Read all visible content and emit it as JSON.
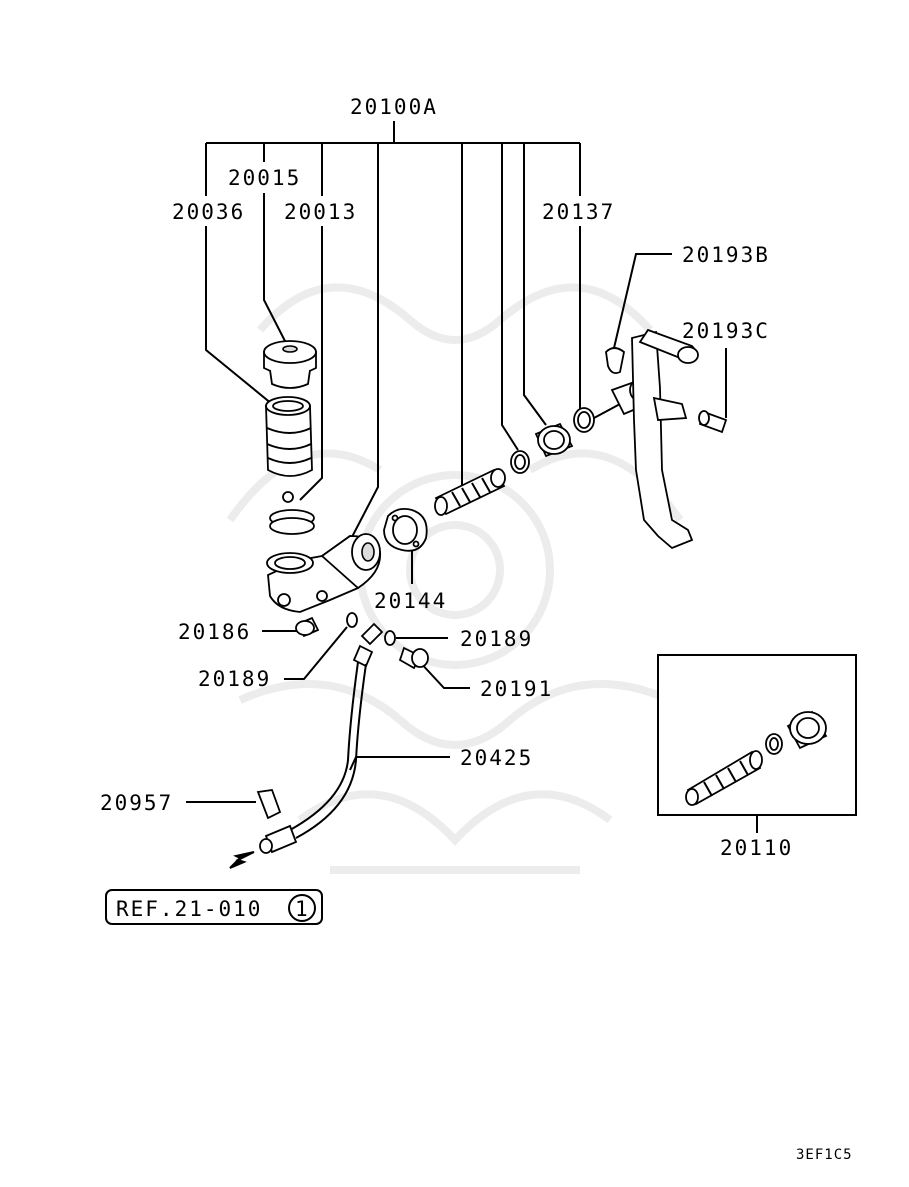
{
  "diagram": {
    "assembly_label": "20100A",
    "labels": {
      "p20015": "20015",
      "p20036": "20036",
      "p20013": "20013",
      "p20137": "20137",
      "p20193B": "20193B",
      "p20193C": "20193C",
      "p20144": "20144",
      "p20186": "20186",
      "p20189a": "20189",
      "p20189b": "20189",
      "p20191": "20191",
      "p20425": "20425",
      "p20957": "20957",
      "p20110": "20110"
    },
    "reference": {
      "text": "REF.21-010",
      "circle_number": "1"
    },
    "figure_code": "3EF1C5"
  }
}
